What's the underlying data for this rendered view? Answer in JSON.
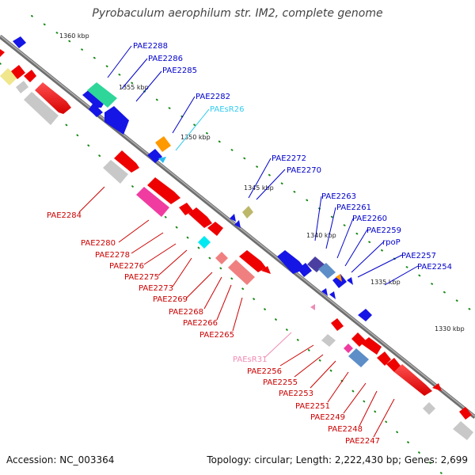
{
  "title": "Pyrobaculum aerophilum str. IM2, complete genome",
  "accession": "Accession: NC_003364",
  "topology": "Topology: circular; Length: 2,222,430 bp; Genes: 2,699",
  "ticks": [
    "1360 kbp",
    "1355 kbp",
    "1350 kbp",
    "1345 kbp",
    "1340 kbp",
    "1335 kbp",
    "1330 kbp"
  ],
  "labels_top": [
    "PAE2288",
    "PAE2286",
    "PAE2285",
    "PAE2282",
    "PAEsR26",
    "PAE2272",
    "PAE2270",
    "PAE2263",
    "PAE2261",
    "PAE2260",
    "PAE2259",
    "rpoP",
    "PAE2257",
    "PAE2254"
  ],
  "labels_bottom": [
    "PAE2284",
    "PAE2280",
    "PAE2278",
    "PAE2276",
    "PAE2275",
    "PAE2273",
    "PAE2269",
    "PAE2268",
    "PAE2266",
    "PAE2265",
    "PAEsR31",
    "PAE2256",
    "PAE2255",
    "PAE2253",
    "PAE2251",
    "PAE2249",
    "PAE2248",
    "PAE2247"
  ],
  "colors": {
    "forward": "#0000ee",
    "reverse": "#ee0000",
    "rna_top": "#33ccee",
    "rna_bottom": "#f08cb4",
    "backbone": "#777777",
    "tick_dots": "#1a8a1a"
  }
}
